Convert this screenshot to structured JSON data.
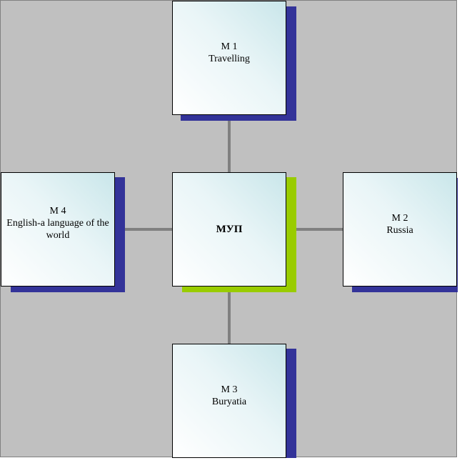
{
  "diagram": {
    "center": {
      "code": "МУП",
      "label": ""
    },
    "modules": [
      {
        "id": "m1",
        "code": "М 1",
        "label": "Travelling"
      },
      {
        "id": "m2",
        "code": "М 2",
        "label": "Russia"
      },
      {
        "id": "m3",
        "code": "М 3",
        "label": "Buryatia"
      },
      {
        "id": "m4",
        "code": "М 4",
        "label": "English-a language of the world"
      }
    ]
  },
  "colors": {
    "background": "#c0c0c0",
    "connector": "#808080",
    "module_shadow": "#333399",
    "center_shadow": "#99cc00",
    "node_gradient_light": "#ffffff",
    "node_gradient_tint": "#c9e6ea"
  }
}
